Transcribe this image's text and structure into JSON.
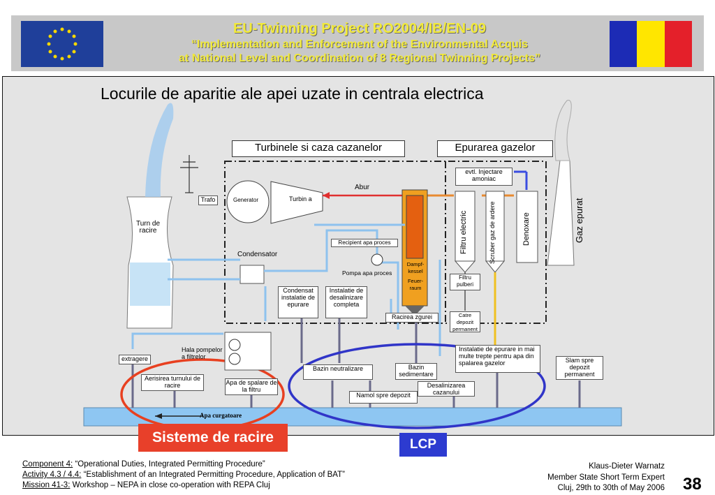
{
  "header": {
    "line1": "EU-Twinning  Project  RO2004/IB/EN-09",
    "line2": "“Implementation and Enforcement of the Environmental Acquis",
    "line3": "at National Level and Coordination of 8 Regional Twinning Projects”"
  },
  "slide": {
    "title": "Locurile de aparitie ale apei uzate in centrala electrica",
    "section_turbine": "Turbinele si caza cazanelor",
    "section_gas": "Epurarea gazelor"
  },
  "labels": {
    "trafo": "Trafo",
    "generator": "Generator",
    "turbina": "Turbin a",
    "turn_de_racire": "Turn de racire",
    "condensator": "Condensator",
    "abur": "Abur",
    "recipient": "Recipient apa proces",
    "pompa": "Pompa apa proces",
    "dampf_kessel": "Dampf-kessel",
    "feuer_raum": "Feuer-raum",
    "evtl_injectare": "evtl. Injectare amoniac",
    "filtru_electric": "Filtru electric",
    "scruber": "Scruber gaz de ardere",
    "denoxare": "Denoxare",
    "gaz_epurat": "Gaz epurat",
    "filtru_pulberi": "Filtru pulberi",
    "catre_depozit": "Catre depozit permanent",
    "condensat_epurare": "Condensat instalatie de epurare",
    "desalinizare_completa": "Instalatie de desalinizare completa",
    "racirea_zgurei": "Racirea zgurei",
    "hala_pompelor": "Hala pompelor a filtrelor",
    "extragere": "extragere",
    "aerisirea": "Aerisirea turnului de racire",
    "apa_spalare": "Apa de spalare de la filtru",
    "bazin_neutralizare": "Bazin neutralizare",
    "bazin_sedimentare": "Bazin sedimentare",
    "namol": "Namol spre depozit",
    "desalinizarea_cazanului": "Desalinizarea cazanului",
    "instalatie_epurare": "Instalatie de epurare in mai multe trepte pentru apa din spalarea gazelor",
    "slam": "Slam spre depozit permanent",
    "apa_curgatoare": "Apa curgatoare"
  },
  "badges": {
    "sisteme": "Sisteme de racire",
    "lcp": "LCP"
  },
  "footer": {
    "l1_key": "Component 4:",
    "l1_val": " “Operational Duties, Integrated Permitting Procedure”",
    "l2_key": "Activity 4.3 / 4.4:",
    "l2_val": " “Establishment of an Integrated Permitting Procedure, Application of BAT”",
    "l3_key": "Mission 41-3:",
    "l3_val": " Workshop – NEPA in close co-operation with REPA Cluj",
    "r1": "Klaus-Dieter Warnatz",
    "r2": "Member State Short Term Expert",
    "r3": "Cluj, 29th to 30th of May 2006",
    "page": "38"
  },
  "colors": {
    "eu_blue": "#1f3f9a",
    "eu_star": "#f5d800",
    "ro_blue": "#1c2bb5",
    "ro_yellow": "#ffe600",
    "ro_red": "#e4202a",
    "pipe_blue": "#8ec2ee",
    "steam_red": "#e03030",
    "outflow": "#6a6a8a",
    "river": "#8ec6f2",
    "lcp_ellipse": "#3035c8",
    "cooling_ellipse": "#e84020"
  }
}
